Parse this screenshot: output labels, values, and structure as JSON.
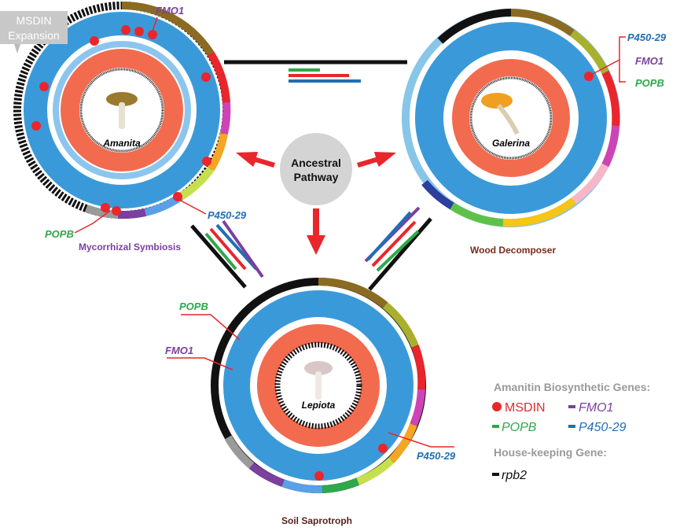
{
  "center": {
    "line1": "Ancestral",
    "line2": "Pathway"
  },
  "msdin_expansion": {
    "line1": "MSDIN",
    "line2": "Expansion"
  },
  "genera": {
    "amanita": "Amanita",
    "galerina": "Galerina",
    "lepiota": "Lepiota"
  },
  "lifestyles": {
    "mycorrhizal": "Mycorrhizal Symbiosis",
    "wood": "Wood Decomposer",
    "soil": "Soil Saprotroph"
  },
  "gene_labels": {
    "amanita_fmo1": "FMO1",
    "amanita_popb": "POPB",
    "amanita_p450": "P450-29",
    "galerina_p450": "P450-29",
    "galerina_fmo1": "FMO1",
    "galerina_popb": "POPB",
    "lepiota_popb": "POPB",
    "lepiota_fmo1": "FMO1",
    "lepiota_p450": "P450-29"
  },
  "legend": {
    "title1": "Amanitin Biosynthetic Genes:",
    "msdin": "MSDIN",
    "fmo1": "FMO1",
    "popb": "POPB",
    "p450": "P450-29",
    "title2": "House-keeping Gene:",
    "rpb2": "rpb2"
  },
  "colors": {
    "msdin": "#e8262c",
    "fmo1": "#7b3f9e",
    "popb": "#2ea84a",
    "p450": "#1f6fb5",
    "rpb2": "#111111",
    "blue_track": "#3a9ad9",
    "orange_track": "#f26b4f",
    "mycorrhizal_text": "#7b3f9e",
    "wood_text": "#7a2a1e",
    "soil_text": "#5a1e1e",
    "gene_blue_text": "#1f6fb5",
    "gene_green_text": "#2ea84a",
    "gene_purple_text": "#7b3f9e"
  }
}
